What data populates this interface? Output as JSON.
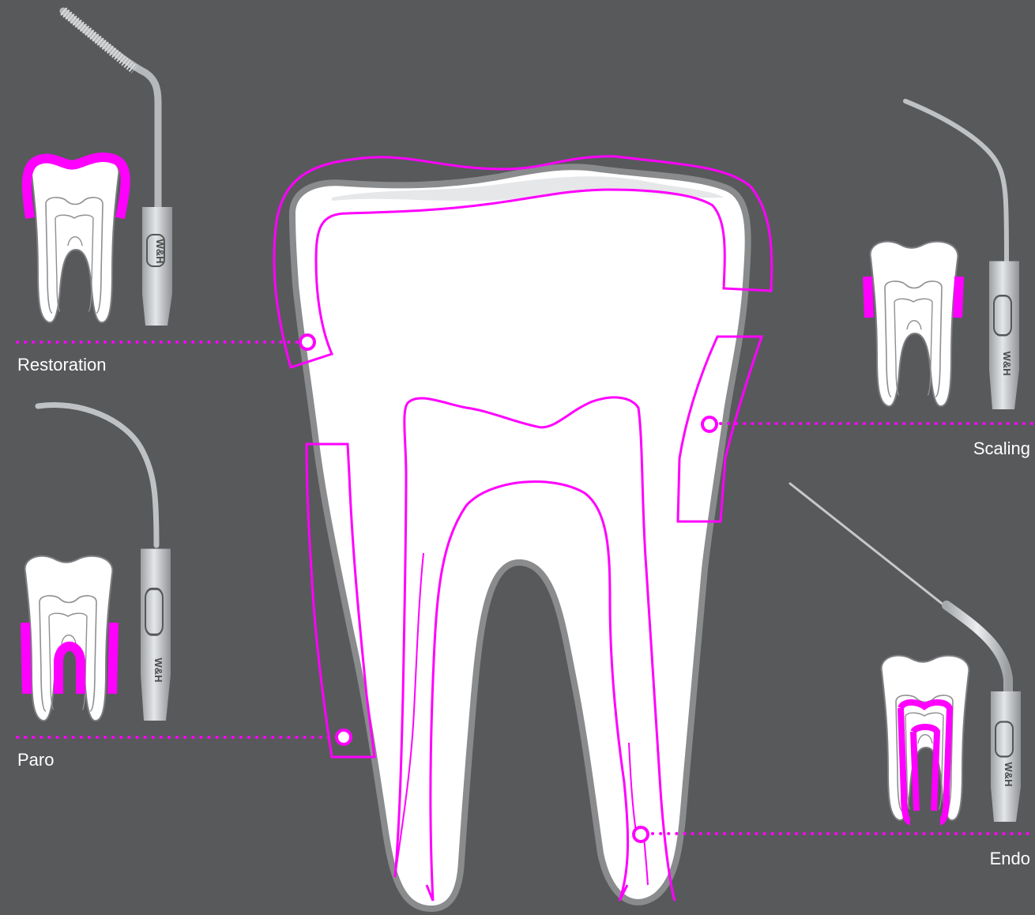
{
  "colors": {
    "background": "#58595b",
    "accent": "#ff00ff",
    "tooth_fill": "#ffffff",
    "tooth_outline": "#8a8b8d",
    "instrument_steel": "#c4c6c8"
  },
  "labels": {
    "restoration": "Restoration",
    "paro": "Paro",
    "scaling": "Scaling",
    "endo": "Endo"
  },
  "instrument_marking": "W&H"
}
